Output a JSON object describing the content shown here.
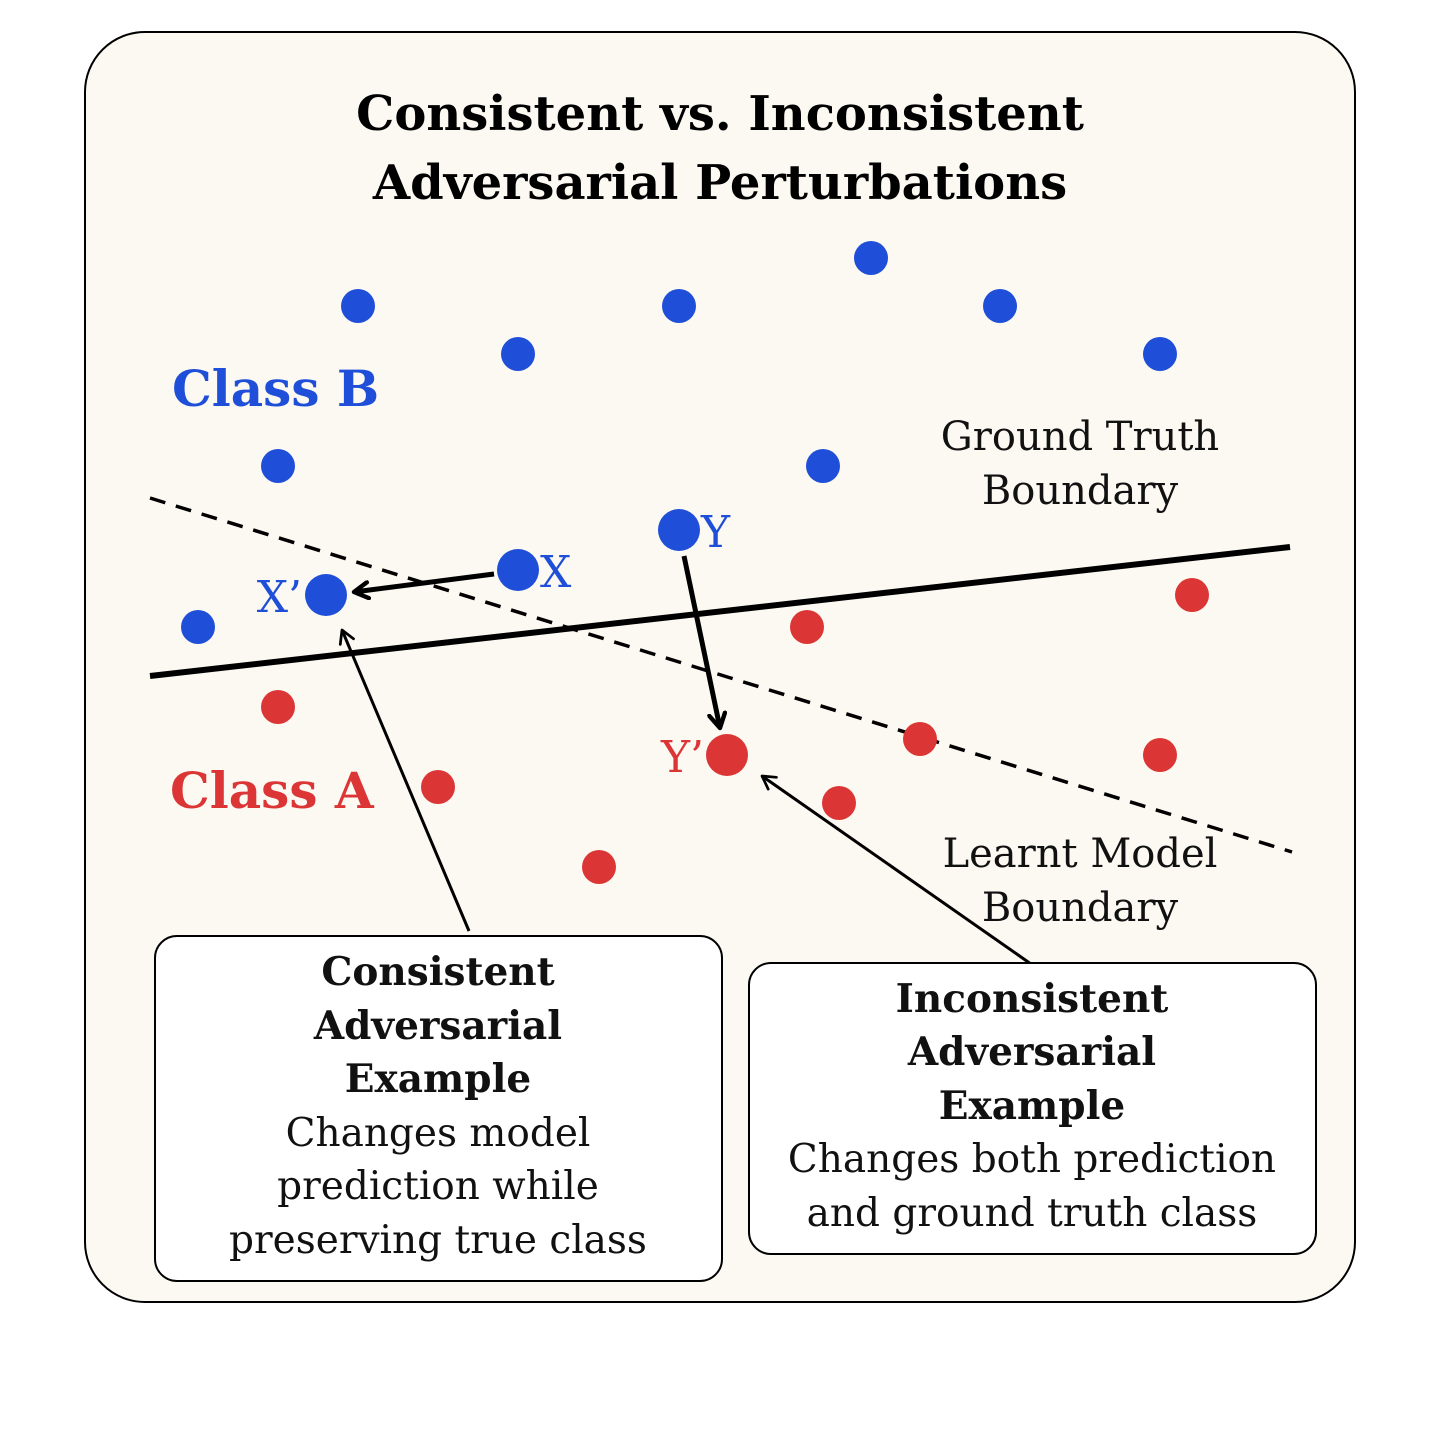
{
  "title": {
    "line1": "Consistent vs. Inconsistent",
    "line2": "Adversarial Perturbations"
  },
  "colors": {
    "panel_background": "#fcf9f3",
    "class_a": "#dc3535",
    "class_b": "#1f4fd8",
    "boundary": "#000000"
  },
  "classes": {
    "class_a": "Class A",
    "class_b": "Class B"
  },
  "points": {
    "x": "X",
    "x_prime": "X’",
    "y": "Y",
    "y_prime": "Y’"
  },
  "boundaries": {
    "ground_truth": {
      "line1": "Ground Truth",
      "line2": "Boundary"
    },
    "learnt_model": {
      "line1": "Learnt Model",
      "line2": "Boundary"
    }
  },
  "boxes": {
    "consistent": {
      "title_line1": "Consistent",
      "title_line2": "Adversarial",
      "title_line3": "Example",
      "desc_line1": "Changes model",
      "desc_line2": "prediction while",
      "desc_line3": "preserving true class"
    },
    "inconsistent": {
      "title_line1": "Inconsistent",
      "title_line2": "Adversarial",
      "title_line3": "Example",
      "desc_line1": "Changes both prediction",
      "desc_line2": "and ground truth class"
    }
  }
}
